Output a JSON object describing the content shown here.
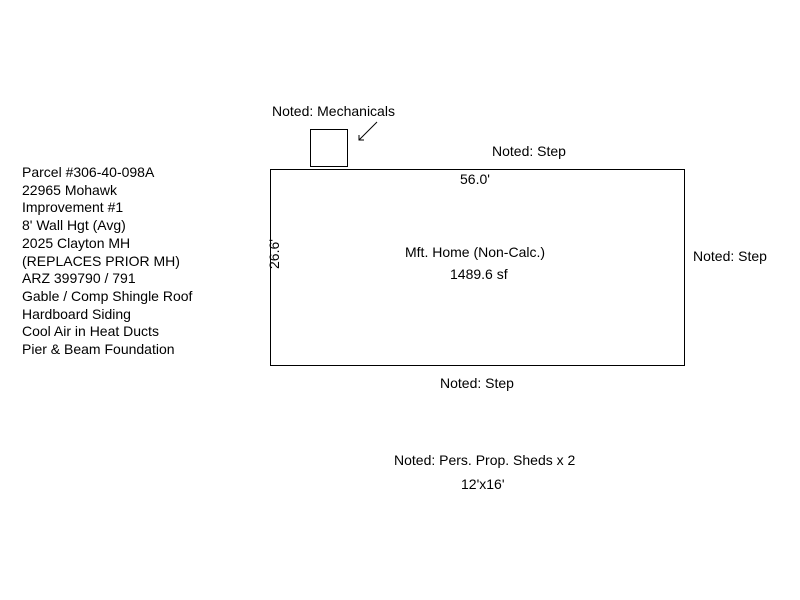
{
  "parcel_info": [
    "Parcel #306-40-098A",
    "22965 Mohawk",
    "Improvement #1",
    "8' Wall Hgt (Avg)",
    "2025 Clayton MH",
    "(REPLACES PRIOR MH)",
    "ARZ 399790 / 791",
    "Gable / Comp Shingle Roof",
    "Hardboard Siding",
    "Cool Air in Heat Ducts",
    "Pier & Beam Foundation"
  ],
  "sketch": {
    "main_structure": {
      "label": "Mft. Home (Non-Calc.)",
      "area": "1489.6 sf",
      "width_label": "56.0'",
      "depth_label": "26.6'"
    },
    "notes": {
      "mechanicals": "Noted: Mechanicals",
      "step_top": "Noted: Step",
      "step_right": "Noted: Step",
      "step_bottom": "Noted: Step",
      "sheds": "Noted: Pers. Prop. Sheds x 2",
      "sheds_size": "12'x16'"
    },
    "colors": {
      "line": "#000000",
      "background": "#ffffff"
    }
  }
}
